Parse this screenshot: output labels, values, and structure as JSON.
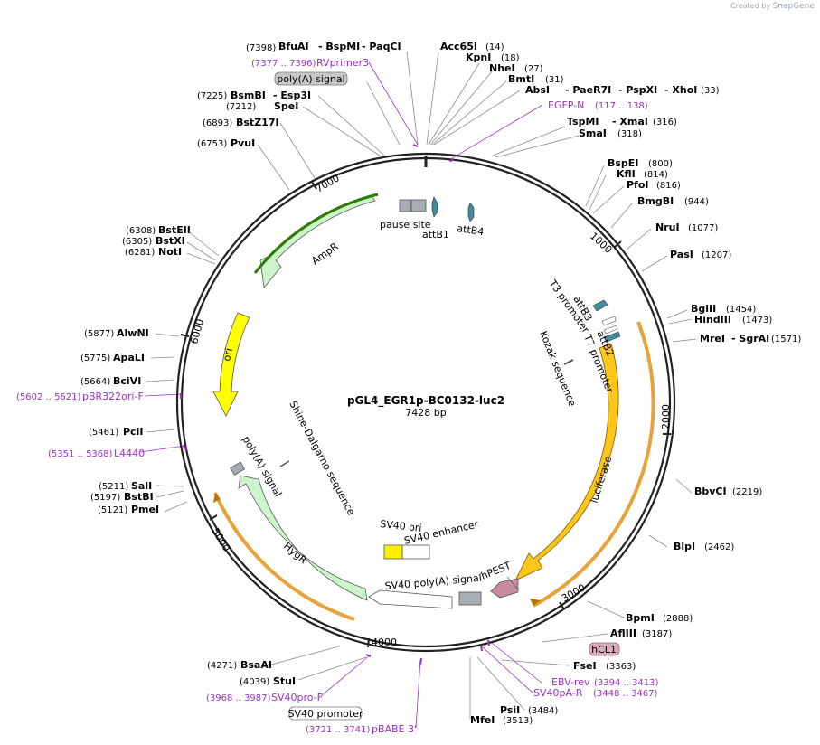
{
  "watermark": {
    "prefix": "Created by",
    "brand": "SnapGene"
  },
  "plasmid": {
    "name": "pGL4_EGR1p-BC0132-luc2",
    "length_label": "7428 bp",
    "length_bp": 7428
  },
  "ticks": [
    "1000",
    "2000",
    "3000",
    "4000",
    "5000",
    "6000",
    "7000"
  ],
  "enzymes": [
    {
      "name": "BfuAI",
      "pos": 7398,
      "extra": [
        "BspMI",
        "PaqCI"
      ]
    },
    {
      "name": "Acc65I",
      "pos": 14
    },
    {
      "name": "KpnI",
      "pos": 18
    },
    {
      "name": "NheI",
      "pos": 27
    },
    {
      "name": "BmtI",
      "pos": 31
    },
    {
      "name": "AbsI",
      "pos": 33,
      "extra": [
        "PaeR7I",
        "PspXI",
        "XhoI"
      ]
    },
    {
      "name": "TspMI",
      "pos": 316,
      "extra": [
        "XmaI"
      ]
    },
    {
      "name": "SmaI",
      "pos": 318
    },
    {
      "name": "BspEI",
      "pos": 800
    },
    {
      "name": "KflI",
      "pos": 814
    },
    {
      "name": "PfoI",
      "pos": 816
    },
    {
      "name": "BmgBI",
      "pos": 944
    },
    {
      "name": "NruI",
      "pos": 1077
    },
    {
      "name": "PasI",
      "pos": 1207
    },
    {
      "name": "BglII",
      "pos": 1454
    },
    {
      "name": "HindIII",
      "pos": 1473
    },
    {
      "name": "MreI",
      "pos": 1571,
      "extra": [
        "SgrAI"
      ]
    },
    {
      "name": "BbvCI",
      "pos": 2219
    },
    {
      "name": "BlpI",
      "pos": 2462
    },
    {
      "name": "BpmI",
      "pos": 2888
    },
    {
      "name": "AflIII",
      "pos": 3187
    },
    {
      "name": "FseI",
      "pos": 3363
    },
    {
      "name": "PsiI",
      "pos": 3484
    },
    {
      "name": "MfeI",
      "pos": 3513
    },
    {
      "name": "StuI",
      "pos": 4039
    },
    {
      "name": "BsaAI",
      "pos": 4271
    },
    {
      "name": "PmeI",
      "pos": 5121
    },
    {
      "name": "BstBI",
      "pos": 5197
    },
    {
      "name": "SalI",
      "pos": 5211
    },
    {
      "name": "PciI",
      "pos": 5461
    },
    {
      "name": "BciVI",
      "pos": 5664
    },
    {
      "name": "ApaLI",
      "pos": 5775
    },
    {
      "name": "AlwNI",
      "pos": 5877
    },
    {
      "name": "NotI",
      "pos": 6281
    },
    {
      "name": "BstXI",
      "pos": 6305
    },
    {
      "name": "BstEII",
      "pos": 6308
    },
    {
      "name": "PvuI",
      "pos": 6753
    },
    {
      "name": "BstZ17I",
      "pos": 6893
    },
    {
      "name": "SpeI",
      "pos": 7212
    },
    {
      "name": "BsmBI",
      "pos": 7225,
      "extra": [
        "Esp3I"
      ]
    }
  ],
  "primers": [
    {
      "name": "RVprimer3",
      "range": "(7377 .. 7396)"
    },
    {
      "name": "EGFP-N",
      "range": "(117 .. 138)"
    },
    {
      "name": "pBR322ori-F",
      "range": "(5602 .. 5621)"
    },
    {
      "name": "L4440",
      "range": "(5351 .. 5368)"
    },
    {
      "name": "SV40pro-F",
      "range": "(3968 .. 3987)"
    },
    {
      "name": "pBABE 3'",
      "range": "(3721 .. 3741)"
    },
    {
      "name": "EBV-rev",
      "range": "(3394 .. 3413)"
    },
    {
      "name": "SV40pA-R",
      "range": "(3448 .. 3467)"
    }
  ],
  "features": {
    "outside_boxes": [
      "poly(A) signal",
      "hCL1",
      "SV40 promoter"
    ],
    "inner_labels": {
      "pause_site": "pause site",
      "attB1": "attB1",
      "attB4": "attB4",
      "ampR": "AmpR",
      "t3_promoter": "T3 promoter",
      "attB3": "attB3",
      "attB2": "attB2",
      "t7_promoter": "T7 promoter",
      "kozak": "Kozak sequence",
      "luciferase": "luciferase",
      "hpest": "hPEST",
      "sv40_polya": "SV40 poly(A) signal",
      "sv40_enhancer": "SV40 enhancer",
      "sv40_ori": "SV40 ori",
      "hygr": "HygR",
      "polya_inner": "poly(A) signal",
      "shine_dalgarno": "Shine-Dalgarno sequence",
      "ori": "ori"
    }
  },
  "colors": {
    "backbone": "#222222",
    "ampR": "#ccf5cc",
    "ampR_stroke": "#2f7d00",
    "hygR": "#ccf5cc",
    "ori": "#ffff00",
    "luciferase": "#ffc61a",
    "luciferase_stroke": "#b07800",
    "hpest": "#c98aa0",
    "sv40_ori": "#ffef00",
    "grey_feature": "#a6adb5",
    "att": "#3f8d9e",
    "primer": "#9b30c8",
    "orange_bar": "#e8a23a"
  }
}
